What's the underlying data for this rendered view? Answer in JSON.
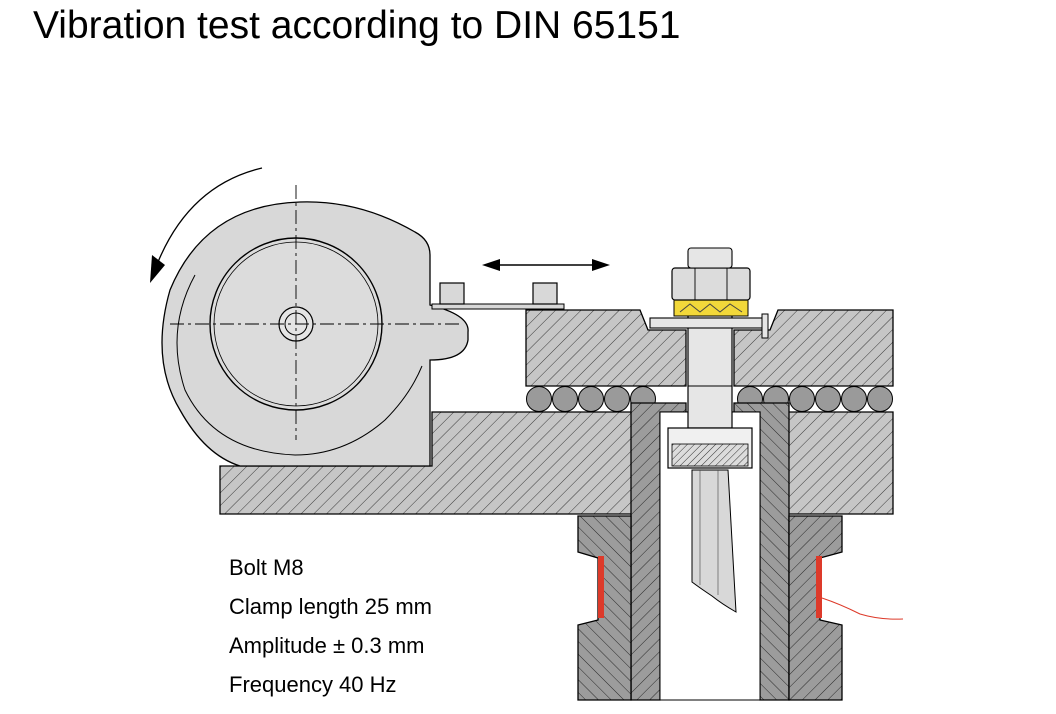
{
  "title": "Vibration test according to DIN 65151",
  "specs": [
    "Bolt M8",
    "Clamp length 25 mm",
    "Amplitude ± 0.3 mm",
    "Frequency 40 Hz"
  ],
  "colors": {
    "eccentric_fill": "#d8d8d8",
    "hatch_fill": "#c4c4c4",
    "dark_hatch_fill": "#9a9a9a",
    "washer": "#f2d83a",
    "strain_gauge": "#dd3a2a",
    "outline": "#000000"
  },
  "icons": [
    "rotation-arrow-icon",
    "double-arrow-icon"
  ]
}
